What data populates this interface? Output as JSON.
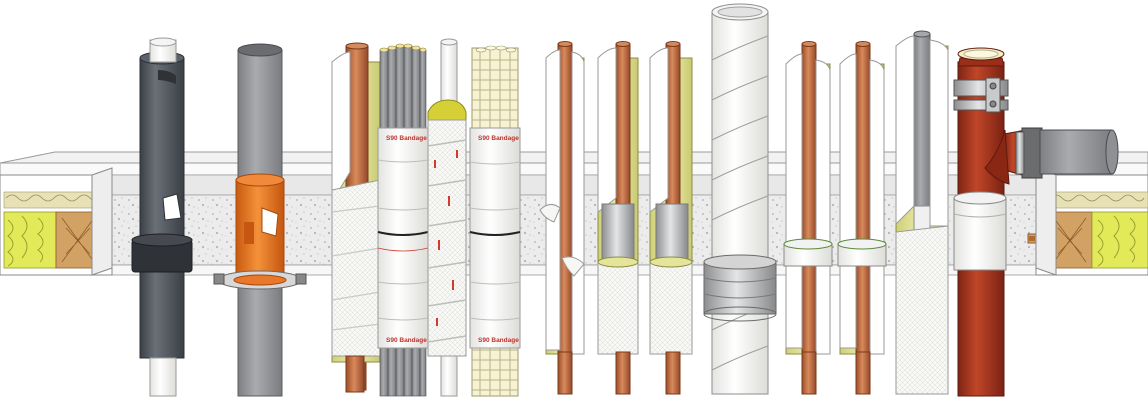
{
  "labels": {
    "bandage_1_top": "S90 Bandage",
    "bandage_1_bottom": "S90 Bandage",
    "bandage_2_top": "S90 Bandage",
    "bandage_2_bottom": "S90 Bandage"
  },
  "colors": {
    "wall_fill": "#e6e6e6",
    "insulation": "#e9ea9a",
    "copper": "#b8663a",
    "orange_collar": "#e8731c",
    "cast_iron_red": "#a8321c",
    "dark_pipe": "#4a4f55",
    "grey_pipe": "#8d8f92",
    "wrap_white": "#f6f6f4",
    "stripe_red": "#d23a2e"
  }
}
